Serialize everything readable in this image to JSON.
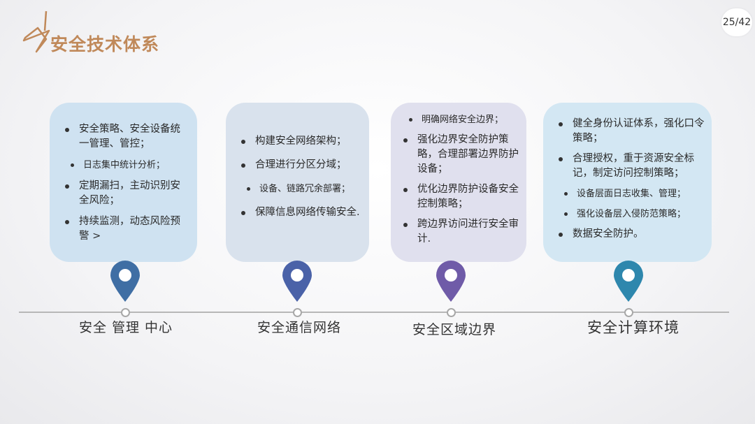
{
  "header": {
    "title": "安全技术体系",
    "page_number": "25/42"
  },
  "colors": {
    "title": "#c0895a",
    "pin1": "#3f6ea4",
    "pin2": "#4a62a8",
    "pin3": "#6f5ba8",
    "pin4": "#2e87ad"
  },
  "cards": [
    {
      "name": "安全管理中心",
      "items": [
        "安全策略、安全设备统一管理、管控；",
        "日志集中统计分析；",
        "定期漏扫，主动识别安全风险；",
        "持续监测，动态风险预警 >"
      ]
    },
    {
      "name": "安全通信网络",
      "items": [
        "构建安全网络架构；",
        "合理进行分区分域；",
        "设备、链路冗余部署；",
        "保障信息网络传输安全."
      ]
    },
    {
      "name": "安全区域边界",
      "items": [
        "明确网络安全边界；",
        "强化边界安全防护策略，合理部署边界防护设备；",
        "优化边界防护设备安全控制策略；",
        "跨边界访问进行安全审计."
      ]
    },
    {
      "name": "安全计算环境",
      "items": [
        "健全身份认证体系，强化口令策略；",
        "合理授权，重于资源安全标记，制定访问控制策略；",
        "设备层面日志收集、管理；",
        "强化设备层入侵防范策略；",
        "数据安全防护。"
      ]
    }
  ],
  "timeline_labels": [
    "安全 管理 中心",
    "安全通信网络",
    "安全区域边界",
    "安全计算环境"
  ]
}
